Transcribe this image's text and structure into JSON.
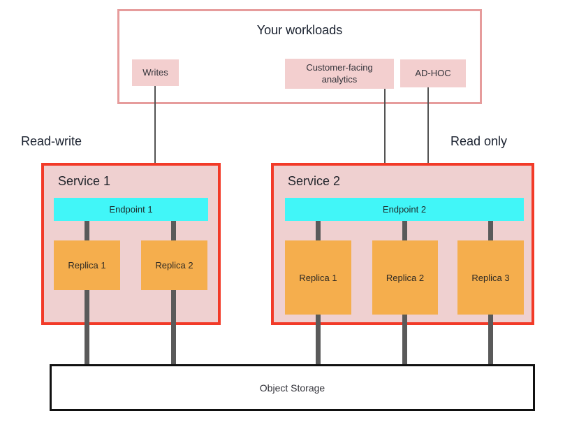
{
  "workloads": {
    "title": "Your workloads",
    "items": [
      {
        "label": "Writes"
      },
      {
        "label": "Customer-facing analytics"
      },
      {
        "label": "AD-HOC"
      }
    ]
  },
  "labels": {
    "read_write": "Read-write",
    "read_only": "Read only"
  },
  "services": [
    {
      "title": "Service 1",
      "mode": "Read-write",
      "endpoint": "Endpoint 1",
      "replicas": [
        "Replica 1",
        "Replica 2"
      ]
    },
    {
      "title": "Service 2",
      "mode": "Read only",
      "endpoint": "Endpoint 2",
      "replicas": [
        "Replica 1",
        "Replica 2",
        "Replica 3"
      ]
    }
  ],
  "storage": {
    "label": "Object Storage"
  },
  "connections": [
    {
      "from": "Writes",
      "to": "Endpoint 1"
    },
    {
      "from": "Customer-facing analytics",
      "to": "Endpoint 2"
    },
    {
      "from": "AD-HOC",
      "to": "Endpoint 2"
    }
  ],
  "colors": {
    "workloads_border": "#e69c9c",
    "workload_item_fill": "#f3cfcf",
    "service_border": "#f23a28",
    "service_fill": "#efd0d0",
    "endpoint_fill": "#41f6f8",
    "replica_fill": "#f5ae4d",
    "connector_gray": "#5a5a5a",
    "arrow_gray": "#545454",
    "storage_border": "#111111",
    "text_dark": "#19202e"
  }
}
